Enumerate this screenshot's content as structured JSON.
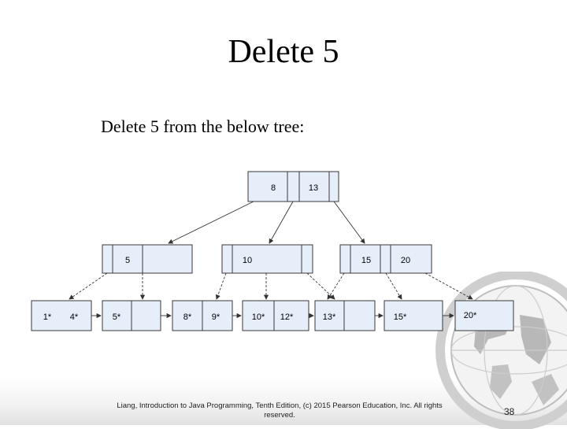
{
  "slide": {
    "title": "Delete 5",
    "subtitle": "Delete 5 from the below tree:",
    "footer": "Liang, Introduction to Java Programming, Tenth Edition, (c) 2015 Pearson Education, Inc. All rights reserved.",
    "page_number": "38"
  },
  "tree": {
    "root": [
      "8",
      "13"
    ],
    "internal": [
      [
        "5"
      ],
      [
        "10"
      ],
      [
        "15",
        "20"
      ]
    ],
    "leaves": [
      [
        "1*",
        "4*"
      ],
      [
        "5*"
      ],
      [
        "8*",
        "9*"
      ],
      [
        "10*",
        "12*"
      ],
      [
        "13*"
      ],
      [
        "15*"
      ],
      [
        "20*"
      ]
    ]
  },
  "colors": {
    "node_fill": "#e6eefa",
    "node_border": "#3a3a3a",
    "arrow": "#333333",
    "globe": "#9a9a9a"
  },
  "decorations": {
    "globe_icon": "globe-icon"
  }
}
